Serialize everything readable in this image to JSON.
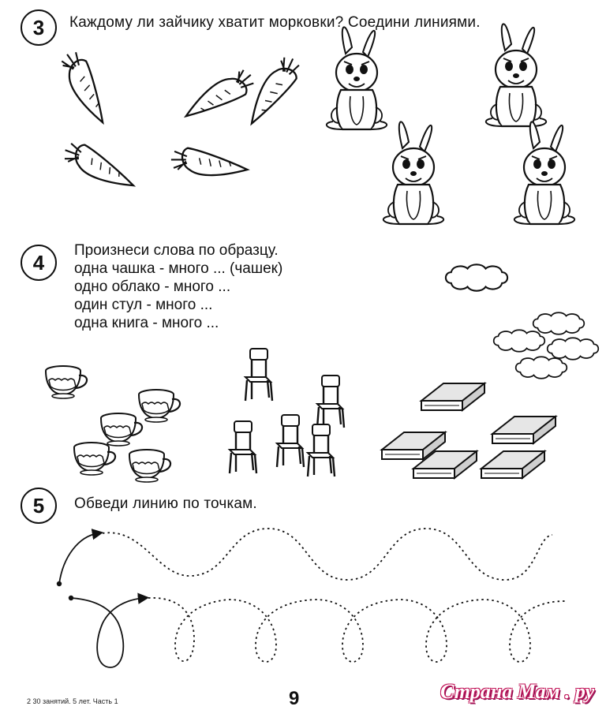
{
  "task3": {
    "number": "3",
    "title": "Каждому ли зайчику хватит морковки? Соедини линиями."
  },
  "task4": {
    "number": "4",
    "lines": [
      "Произнеси слова по образцу.",
      "одна чашка - много ... (чашек)",
      "одно облако - много ...",
      "один стул - много ...",
      "одна книга - много ..."
    ]
  },
  "task5": {
    "number": "5",
    "title": "Обведи линию по точкам."
  },
  "footer": {
    "left": "2   30 занятий. 5 лет. Часть 1",
    "page_number": "9",
    "watermark": "Страна Мам . ру"
  }
}
